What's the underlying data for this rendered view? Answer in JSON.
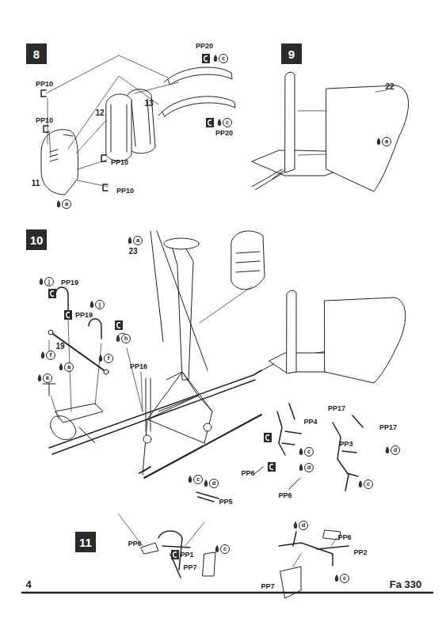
{
  "diagram": {
    "nodes": [
      {
        "text": [
          "8"
        ]
      },
      {
        "text": [
          "9"
        ]
      },
      {
        "text": [
          "10"
        ]
      },
      {
        "text": [
          "11"
        ]
      }
    ],
    "labels": [
      "PP20",
      "c",
      "PP10",
      "PP10",
      "12",
      "13",
      "c",
      "PP20",
      "PP10",
      "11",
      "PP10",
      "a",
      "22",
      "a",
      "a",
      "23",
      "j",
      "PP19",
      "PP19",
      "j",
      "19",
      "f",
      "a",
      "f",
      "h",
      "PP16",
      "k",
      "PP17",
      "PP4",
      "c",
      "PP6",
      "d",
      "PP17",
      "PP3",
      "d",
      "PP6",
      "c",
      "c",
      "d",
      "PP5",
      "PP6",
      "PP1",
      "PP7",
      "c",
      "d",
      "PP6",
      "PP2",
      "PP7",
      "c",
      "4",
      "Fa 330"
    ]
  }
}
